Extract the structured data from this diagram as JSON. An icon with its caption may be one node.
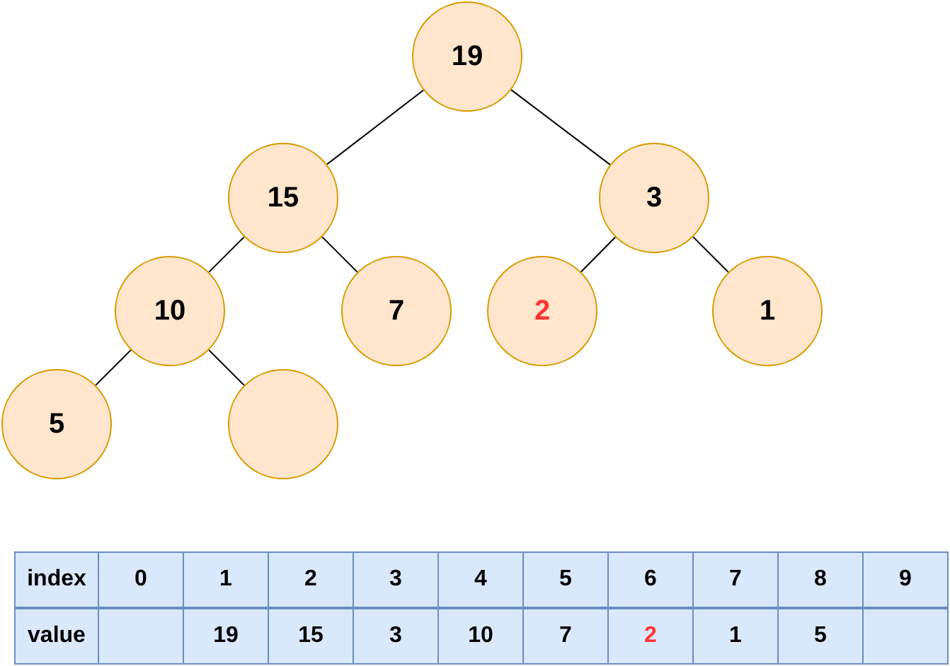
{
  "diagram": {
    "nodes": [
      {
        "text": [
          "19"
        ]
      },
      {
        "text": [
          "15"
        ]
      },
      {
        "text": [
          "3"
        ]
      },
      {
        "text": [
          "10"
        ]
      },
      {
        "text": [
          "7"
        ]
      },
      {
        "text": [
          "2"
        ]
      },
      {
        "text": [
          "1"
        ]
      },
      {
        "text": [
          "5"
        ]
      },
      {
        "text": [],
        "shape": "circle"
      }
    ],
    "edges": [
      {
        "from": 0,
        "to": 1,
        "arrow": "none"
      },
      {
        "from": 0,
        "to": 2,
        "arrow": "none"
      },
      {
        "from": 1,
        "to": 3,
        "arrow": "none"
      },
      {
        "from": 1,
        "to": 4,
        "arrow": "none"
      },
      {
        "from": 2,
        "to": 5,
        "arrow": "none"
      },
      {
        "from": 2,
        "to": 6,
        "arrow": "none"
      },
      {
        "from": 3,
        "to": 7,
        "arrow": "none"
      },
      {
        "from": 3,
        "to": 8,
        "arrow": "none"
      }
    ],
    "labels": [
      "index",
      "0",
      "1",
      "2",
      "3",
      "4",
      "5",
      "6",
      "7",
      "8",
      "9",
      "value",
      "19",
      "15",
      "3",
      "10",
      "7",
      "2",
      "1",
      "5"
    ]
  }
}
